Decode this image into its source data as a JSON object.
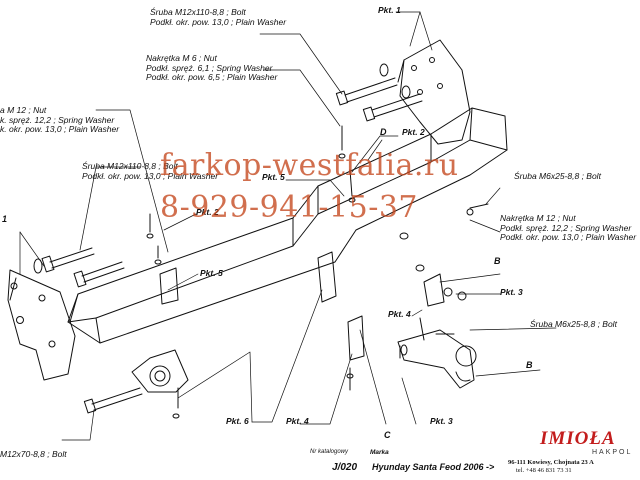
{
  "labels": {
    "bolt_m12x110_top": [
      "Śruba M12x110-8,8 ;  Bolt",
      "Podkł. okr. pow. 13,0  ;  Plain Washer"
    ],
    "nut_m6": [
      "Nakrętka  M 6 ; Nut",
      "Podkł. spręż. 6,1    ; Spring Washer",
      "Podkł. okr. pow. 6,5  ; Plain Washer"
    ],
    "nut_m12_left": [
      "a  M 12 ; Nut",
      "k. spręż. 12,2    ; Spring Washer",
      "k. okr. pow. 13,0  ; Plain Washer"
    ],
    "bolt_m12x110_left": [
      "Śruba M12x110-8,8 ; Bolt",
      "Podkł. okr. pow. 13,0 ; Plain Washer"
    ],
    "bolt_m6x25_top": [
      "Śruba M6x25-8,8 ;  Bolt"
    ],
    "nut_m12_right": [
      "Nakrętka  M 12 ; Nut",
      "Podkł. spręż. 12,2   ; Spring Washer",
      "Podkł. okr. pow. 13,0 ; Plain Washer"
    ],
    "bolt_m6x25_right": [
      "Śruba M6x25-8,8 ;  Bolt"
    ],
    "bolt_m12x70": [
      "M12x70-8,8 ;  Bolt"
    ]
  },
  "pkt": {
    "p1_top": "Pkt. 1",
    "p2": "Pkt. 2",
    "p5_mid": "Pkt. 5",
    "p2_left": "Pkt. 2",
    "p5_left": "Pkt. 5",
    "p3_right": "Pkt. 3",
    "p4_mid": "Pkt. 4",
    "p6": "Pkt. 6",
    "p4_bottom": "Pkt. 4",
    "p3_bottom": "Pkt. 3"
  },
  "letters": {
    "d": "D",
    "b_top": "B",
    "b_bottom": "B",
    "c_bottom": "C",
    "num_1_left": "1"
  },
  "watermark": {
    "site": "farkop-westfalia.ru",
    "phone": "8-929-941-15-37"
  },
  "footer": {
    "catalog_caption": "Nr katalogowy",
    "catalog_number": "J/020",
    "make_caption": "Marka",
    "model": "Hyunday Santa Fe",
    "since": "od  2006 ->"
  },
  "brand": {
    "name": "IMIOŁA",
    "sub": "HAKPOL",
    "address": "96-111 Kowiesy, Chojnata 23 A",
    "phone": "tel. +48 46 831 73 31"
  },
  "colors": {
    "ink": "#111111",
    "watermark": "#c5471d",
    "brand": "#c31d1d"
  }
}
